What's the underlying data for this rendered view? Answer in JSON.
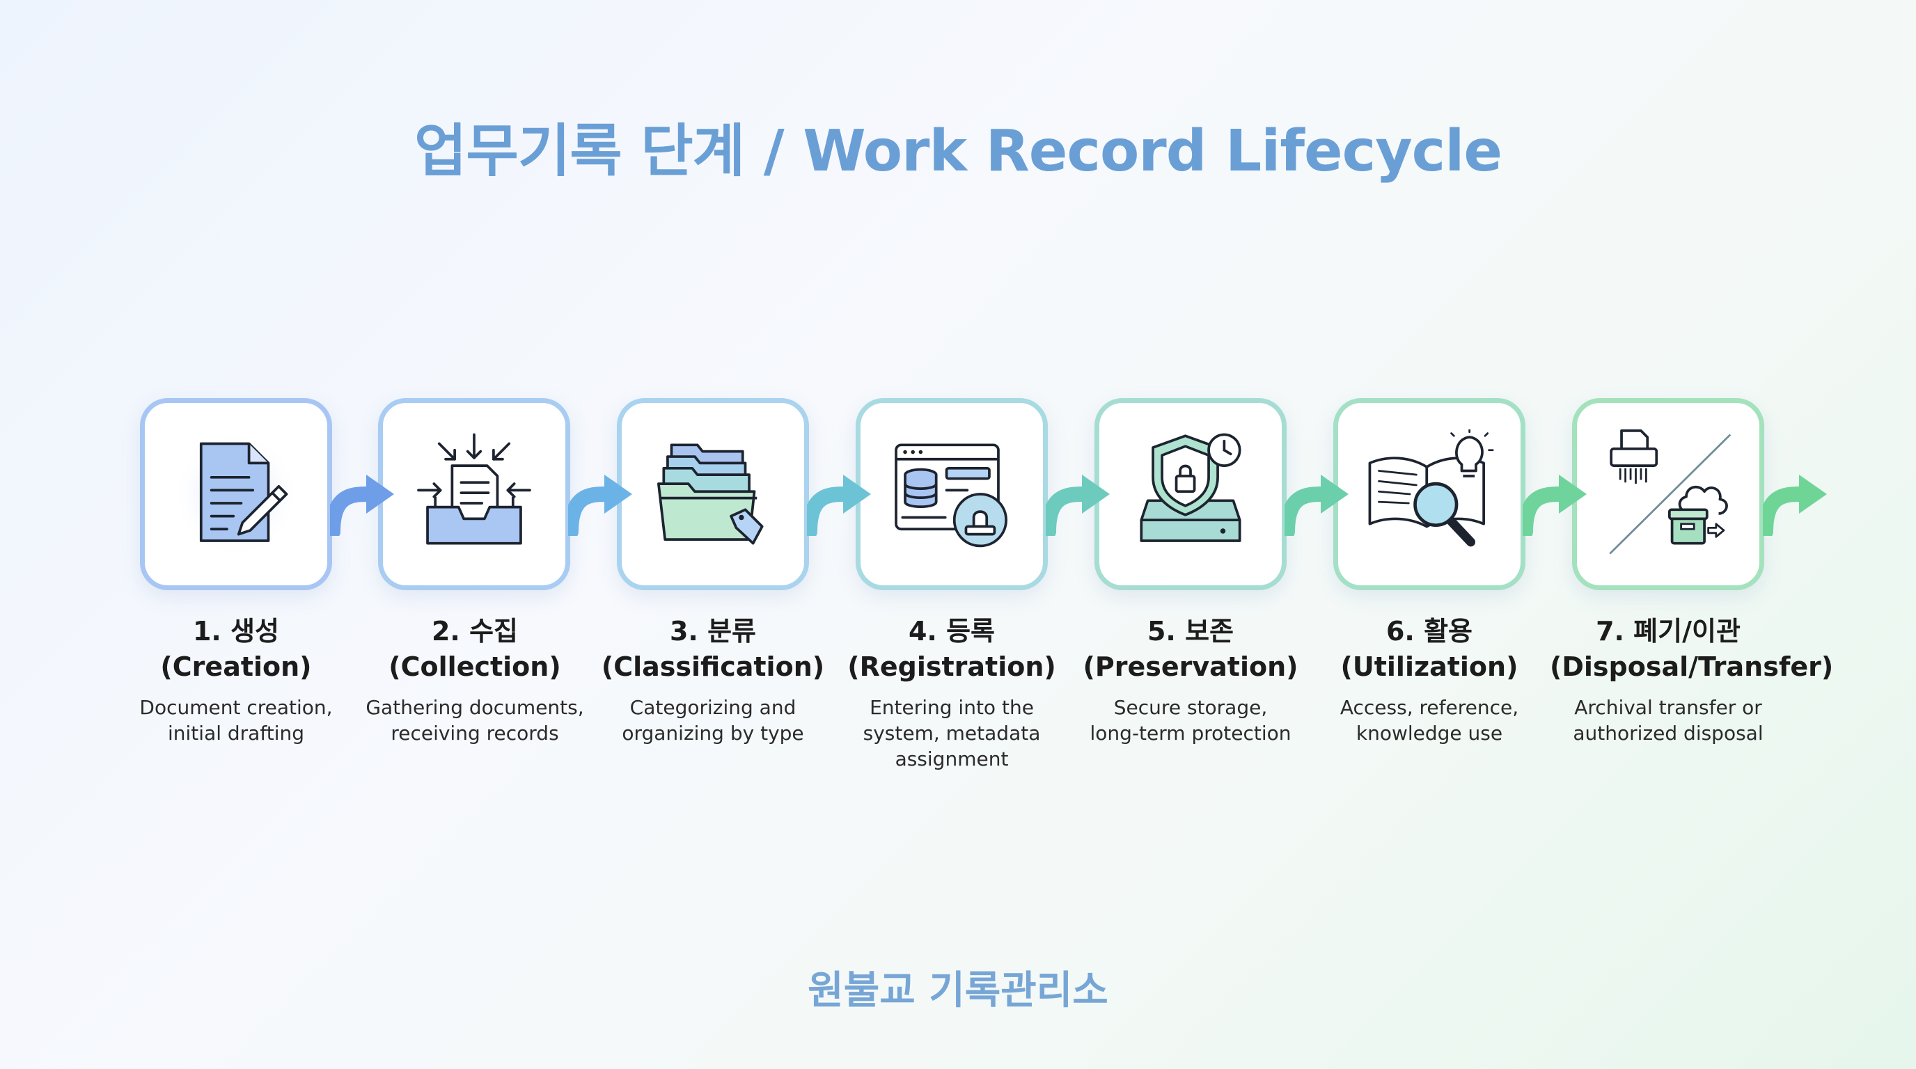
{
  "title": "업무기록 단계 / Work Record Lifecycle",
  "footer": "원불교 기록관리소",
  "steps": [
    {
      "num_kr": "1. 생성",
      "en": "(Creation)",
      "desc_l1": "Document creation,",
      "desc_l2": "initial drafting",
      "desc_l3": "",
      "icon": "document-pen-icon",
      "color": "#a8c6f4"
    },
    {
      "num_kr": "2. 수집",
      "en": "(Collection)",
      "desc_l1": "Gathering documents,",
      "desc_l2": "receiving records",
      "desc_l3": "",
      "icon": "inbox-tray-icon",
      "color": "#a9ccf2"
    },
    {
      "num_kr": "3. 분류",
      "en": "(Classification)",
      "desc_l1": "Categorizing and",
      "desc_l2": "organizing by type",
      "desc_l3": "",
      "icon": "folders-tag-icon",
      "color": "#a9d3ee"
    },
    {
      "num_kr": "4. 등록",
      "en": "(Registration)",
      "desc_l1": "Entering into the",
      "desc_l2": "system, metadata",
      "desc_l3": "assignment",
      "icon": "database-stamp-icon",
      "color": "#a8dae2"
    },
    {
      "num_kr": "5. 보존",
      "en": "(Preservation)",
      "desc_l1": "Secure storage,",
      "desc_l2": "long-term protection",
      "desc_l3": "",
      "icon": "shield-lock-icon",
      "color": "#a6ddd3"
    },
    {
      "num_kr": "6. 활용",
      "en": "(Utilization)",
      "desc_l1": "Access, reference,",
      "desc_l2": "knowledge use",
      "desc_l3": "",
      "icon": "book-magnifier-icon",
      "color": "#a4e0c6"
    },
    {
      "num_kr": "7. 폐기/이관",
      "en": "(Disposal/Transfer)",
      "desc_l1": "Archival transfer or",
      "desc_l2": "authorized disposal",
      "desc_l3": "",
      "icon": "shredder-cloud-icon",
      "color": "#a3e2bc"
    }
  ],
  "arrow_colors": [
    "#6f9ee8",
    "#6bb2e6",
    "#6cc3d6",
    "#6ccbbd",
    "#6ccfab",
    "#6fd39c",
    "#6fd597"
  ]
}
